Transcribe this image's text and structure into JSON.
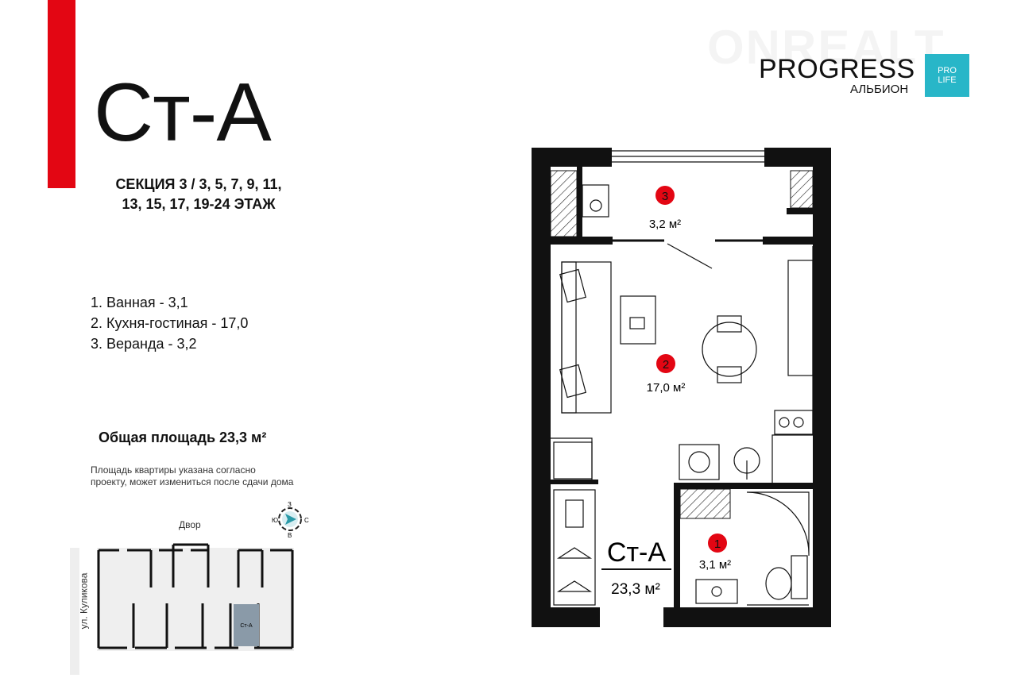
{
  "apartment": {
    "code": "Ст-А",
    "section": "СЕКЦИЯ 3 / 3, 5, 7, 9, 11,",
    "floors": "13, 15, 17, 19-24 ЭТАЖ"
  },
  "rooms": [
    {
      "num": "1",
      "label": "1. Ванная - 3,1",
      "area": "3,1 м²"
    },
    {
      "num": "2",
      "label": "2. Кухня-гостиная - 17,0",
      "area": "17,0 м²"
    },
    {
      "num": "3",
      "label": "3. Веранда - 3,2",
      "area": "3,2 м²"
    }
  ],
  "total": "Общая площадь 23,3 м²",
  "total_short": "23,3 м²",
  "note_line1": "Площадь квартиры указана согласно",
  "note_line2": "проекту, может измениться после сдачи дома",
  "keyplan": {
    "yard": "Двор",
    "street": "ул. Куликова",
    "unit": "Ст-А"
  },
  "compass": {
    "n": "С",
    "s": "Ю",
    "e": "В",
    "w": "З"
  },
  "logo": {
    "name": "PROGRESS",
    "sub": "АЛЬБИОН",
    "badge1": "PRO",
    "badge2": "LIFE",
    "watermark": "ONREALT"
  },
  "colors": {
    "accent": "#e30613",
    "brand": "#28b6c8",
    "unit_highlight": "#8a9aa8"
  }
}
